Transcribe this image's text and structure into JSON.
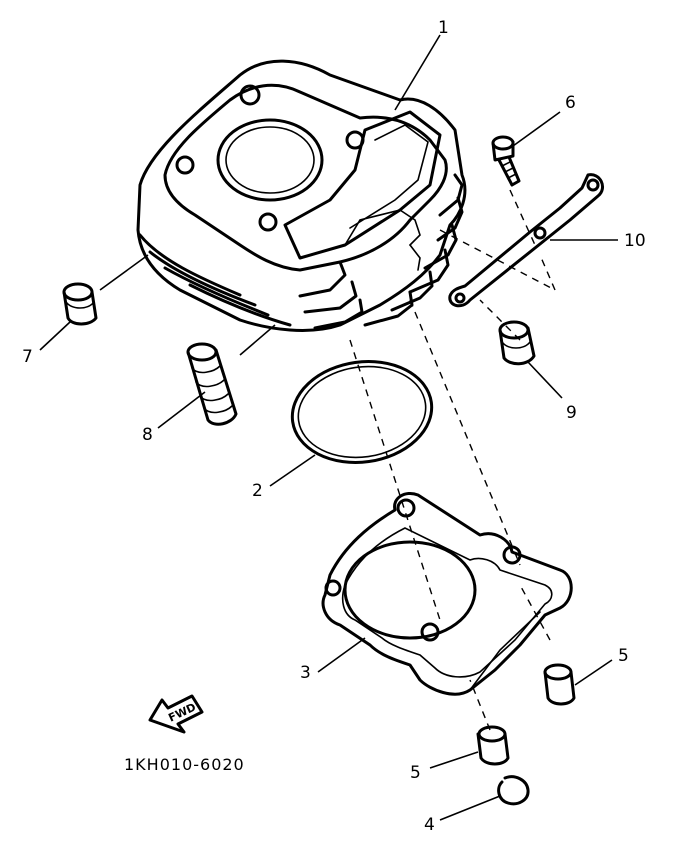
{
  "callouts": {
    "c1": "1",
    "c2": "2",
    "c3": "3",
    "c4": "4",
    "c5a": "5",
    "c5b": "5",
    "c6": "6",
    "c7": "7",
    "c8": "8",
    "c9": "9",
    "c10": "10"
  },
  "diagram_code": "1KH010-6020",
  "fwd_label": "FWD",
  "colors": {
    "ink": "#000000",
    "paper": "#ffffff"
  }
}
